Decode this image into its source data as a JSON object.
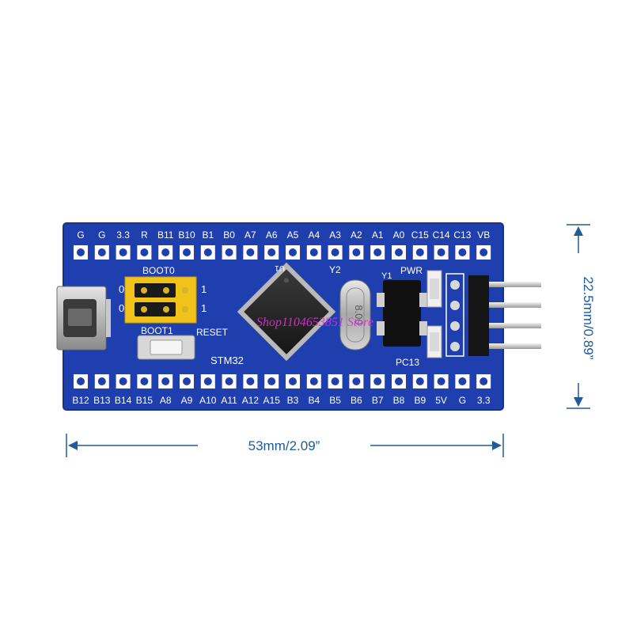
{
  "board": {
    "pcb_color": "#1f3fae",
    "top_pins": [
      "G",
      "G",
      "3.3",
      "R",
      "B11",
      "B10",
      "B1",
      "B0",
      "A7",
      "A6",
      "A5",
      "A4",
      "A3",
      "A2",
      "A1",
      "A0",
      "C15",
      "C14",
      "C13",
      "VB"
    ],
    "bottom_pins": [
      "B12",
      "B13",
      "B14",
      "B15",
      "A8",
      "A9",
      "A10",
      "A11",
      "A12",
      "A15",
      "B3",
      "B4",
      "B5",
      "B6",
      "B7",
      "B8",
      "B9",
      "5V",
      "G",
      "3.3"
    ],
    "labels": {
      "boot0": "BOOT0",
      "boot1": "BOOT1",
      "jumper_0a": "0",
      "jumper_0b": "0",
      "jumper_1a": "1",
      "jumper_1b": "1",
      "reset": "RESET",
      "stm32": "STM32",
      "u1": "U1",
      "y1": "Y1",
      "y2": "Y2",
      "pwr": "PWR",
      "pc13": "PC13",
      "crystal": "8.00"
    }
  },
  "dimensions": {
    "width_label": "53mm/2.09”",
    "height_label": "22.5mm/0.89”",
    "dim_color": "#1f5a9a"
  },
  "watermark": {
    "text": "Shop1104653851 Store",
    "color": "#e02fd6"
  }
}
